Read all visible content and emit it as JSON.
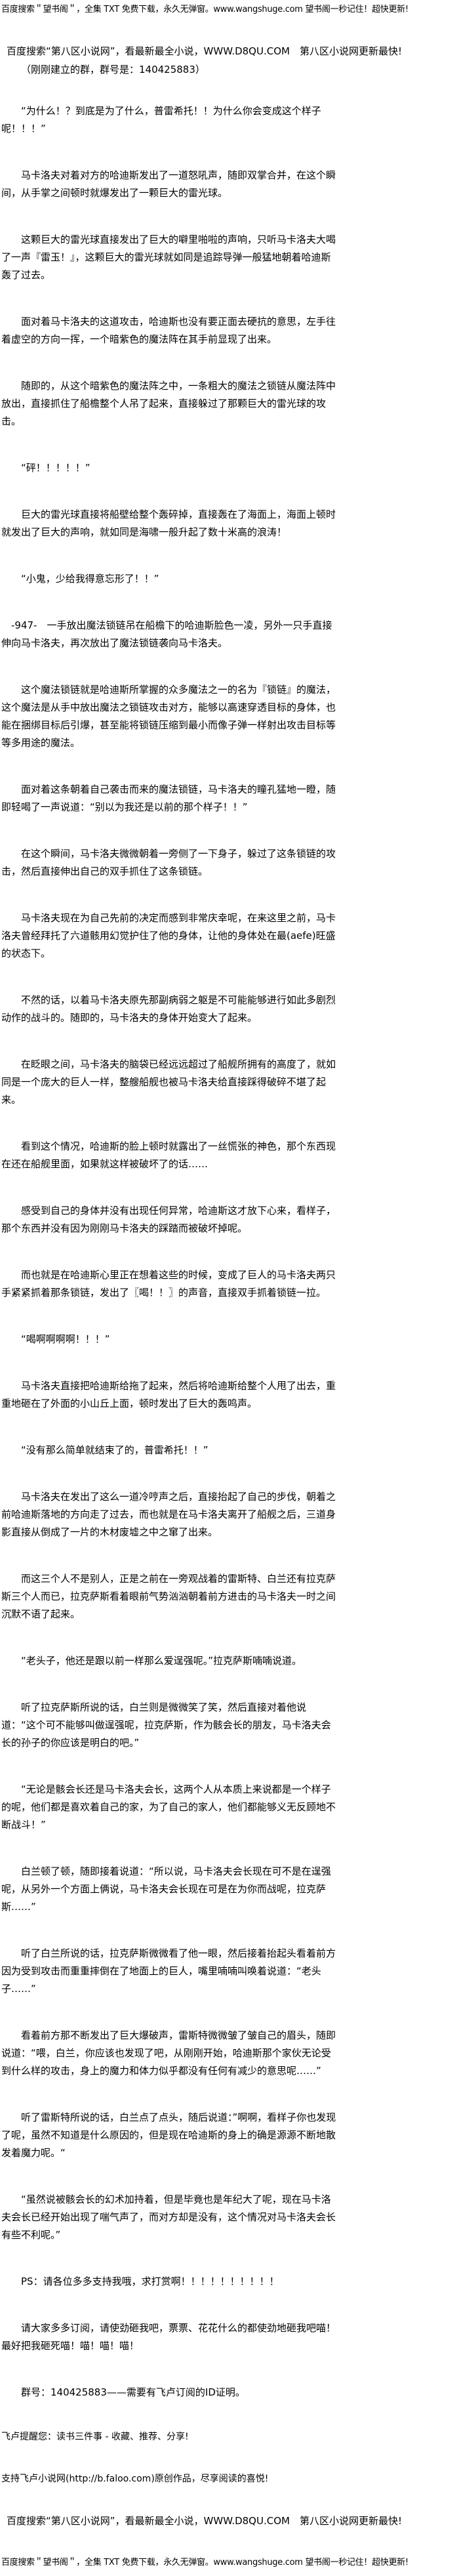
{
  "ads": {
    "wangshuge": "百度搜索＂望书阁＂，全集 TXT 免费下载，永久无弹窗。www.wangshuge.com 望书阁一秒记住！超快更新!",
    "d8qu": "百度搜索“第八区小说网”，看最新最全小说，WWW.D8QU.COM　第八区小说网更新最快!",
    "group": "（刚刚建立的群，群号是：140425883）"
  },
  "paragraphs": [
    "“为什么！？到底是为了什么，普雷希托！！为什么你会变成这个样子呢！！！”",
    "马卡洛夫对着对方的哈迪斯发出了一道怒吼声，随即双掌合并，在这个瞬间，从手掌之间顿时就爆发出了一颗巨大的雷光球。",
    "这颗巨大的雷光球直接发出了巨大的噼里啪啦的声响，只听马卡洛夫大喝了一声『雷玉！』，这颗巨大的雷光球就如同是追踪导弹一般猛地朝着哈迪斯轰了过去。",
    "面对着马卡洛夫的这道攻击，哈迪斯也没有要正面去硬抗的意思，左手往着虚空的方向一挥，一个暗紫色的魔法阵在其手前显现了出来。",
    "随即的，从这个暗紫色的魔法阵之中，一条粗大的魔法之锁链从魔法阵中放出，直接抓住了船檐整个人吊了起来，直接躲过了那颗巨大的雷光球的攻击。",
    "“砰！！！！！”",
    "巨大的雷光球直接将船壁给整个轰碎掉，直接轰在了海面上，海面上顿时就发出了巨大的声响，就如同是海啸一般升起了数十米高的浪涛！",
    "“小鬼，少给我得意忘形了！！”",
    "-947-　一手放出魔法锁链吊在船檐下的哈迪斯脸色一凌，另外一只手直接伸向马卡洛夫，再次放出了魔法锁链袭向马卡洛夫。",
    "这个魔法锁链就是哈迪斯所掌握的众多魔法之一的名为『锁链』的魔法，这个魔法是从手中放出魔法之锁链攻击对方，能够以高速穿透目标的身体，也能在捆绑目标后引爆，甚至能将锁链压缩到最小而像子弹一样射出攻击目标等等多用途的魔法。",
    "面对着这条朝着自己袭击而来的魔法锁链，马卡洛夫的瞳孔猛地一瞪，随即轻喝了一声说道：“别以为我还是以前的那个样子！！”",
    "在这个瞬间，马卡洛夫微微朝着一旁侧了一下身子，躲过了这条锁链的攻击，然后直接伸出自己的双手抓住了这条锁链。",
    "马卡洛夫现在为自己先前的决定而感到非常庆幸呢，在来这里之前，马卡洛夫曾经拜托了六道骸用幻觉护住了他的身体，让他的身体处在最(aefe)旺盛的状态下。",
    "不然的话，以着马卡洛夫原先那副病弱之躯是不可能能够进行如此多剧烈动作的战斗的。随即的，马卡洛夫的身体开始变大了起来。",
    "在眨眼之间，马卡洛夫的脑袋已经远远超过了船舰所拥有的高度了，就如同是一个庞大的巨人一样，整艘船舰也被马卡洛夫给直接踩得破碎不堪了起来。",
    "看到这个情况，哈迪斯的脸上顿时就露出了一丝慌张的神色，那个东西现在还在船舰里面，如果就这样被破坏了的话……",
    "感受到自己的身体并没有出现任何异常，哈迪斯这才放下心来，看样子，那个东西并没有因为刚刚马卡洛夫的踩踏而被破坏掉呢。",
    "而也就是在哈迪斯心里正在想着这些的时候，变成了巨人的马卡洛夫两只手紧紧抓着那条锁链，发出了〖喝！！〗的声音，直接双手抓着锁链一拉。",
    "“喝啊啊啊啊！！！”",
    "马卡洛夫直接把哈迪斯给拖了起来，然后将哈迪斯给整个人甩了出去，重重地砸在了外面的小山丘上面，顿时发出了巨大的轰鸣声。",
    "“没有那么简单就结束了的，普雷希托！！”",
    "马卡洛夫在发出了这么一道冷哼声之后，直接抬起了自己的步伐，朝着之前哈迪斯落地的方向走了过去，而也就是在马卡洛夫离开了船舰之后，三道身影直接从倒成了一片的木材废墟之中之窜了出来。",
    "而这三个人不是别人，正是之前在一旁观战着的雷斯特、白兰还有拉克萨斯三个人而已，拉克萨斯看着眼前气势汹汹朝着前方进击的马卡洛夫一时之间沉默不语了起来。",
    "“老头子，他还是跟以前一样那么爱逞强呢。”拉克萨斯喃喃说道。",
    "听了拉克萨斯所说的话，白兰则是微微笑了笑，然后直接对着他说道：“这个可不能够叫做逞强呢，拉克萨斯，作为骸会长的朋友，马卡洛夫会长的孙子的你应该是明白的吧。”",
    "“无论是骸会长还是马卡洛夫会长，这两个人从本质上来说都是一个样子的呢，他们都是喜欢着自己的家，为了自己的家人，他们都能够义无反顾地不断战斗！”",
    "白兰顿了顿，随即接着说道：“所以说，马卡洛夫会长现在可不是在逞强呢，从另外一个方面上俩说，马卡洛夫会长现在可是在为你而战呢，拉克萨斯……”",
    "听了白兰所说的话，拉克萨斯微微看了他一眼，然后接着抬起头看着前方因为受到攻击而重重摔倒在了地面上的巨人，嘴里喃喃叫唤着说道：“老头子……”",
    "看着前方那不断发出了巨大爆破声，雷斯特微微皱了皱自己的眉头，随即说道：“喂，白兰，你应该也发现了吧，从刚刚开始，哈迪斯那个家伙无论受到什么样的攻击，身上的魔力和体力似乎都没有任何有减少的意思呢……”",
    "听了雷斯特所说的话，白兰点了点头，随后说道：”啊啊，看样子你也发现了呢，虽然不知道是什么原因的，但是现在哈迪斯的身上的确是源源不断地散发着魔力呢。“",
    "“虽然说被骸会长的幻术加持着，但是毕竟也是年纪大了呢，现在马卡洛夫会长已经开始出现了喘气声了，而对方却是没有，这个情况对马卡洛夫会长有些不利呢。”",
    "PS：请各位多多支持我哦，求打赏啊！！！！！！！！！！",
    "请大家多多订阅，请使劲砸我吧，票票、花花什么的都使劲地砸我吧喵！最好把我砸死喵！喵！喵！喵！",
    "群号：140425883——需要有飞卢订阅的ID证明。"
  ],
  "footer": {
    "faloo_reminder": "飞卢提醒您：读书三件事 - 收藏、推荐、分享!",
    "faloo_support": "支持飞卢小说网(http://b.faloo.com)原创作品，尽享阅读的喜悦!",
    "d8qu": "百度搜索“第八区小说网”，看最新最全小说，WWW.D8QU.COM　第八区小说网更新最快!",
    "wangshuge": "百度搜索＂望书阁＂，全集 TXT 免费下载，永久无弹窗。www.wangshuge.com 望书阁一秒记住！超快更新!"
  }
}
